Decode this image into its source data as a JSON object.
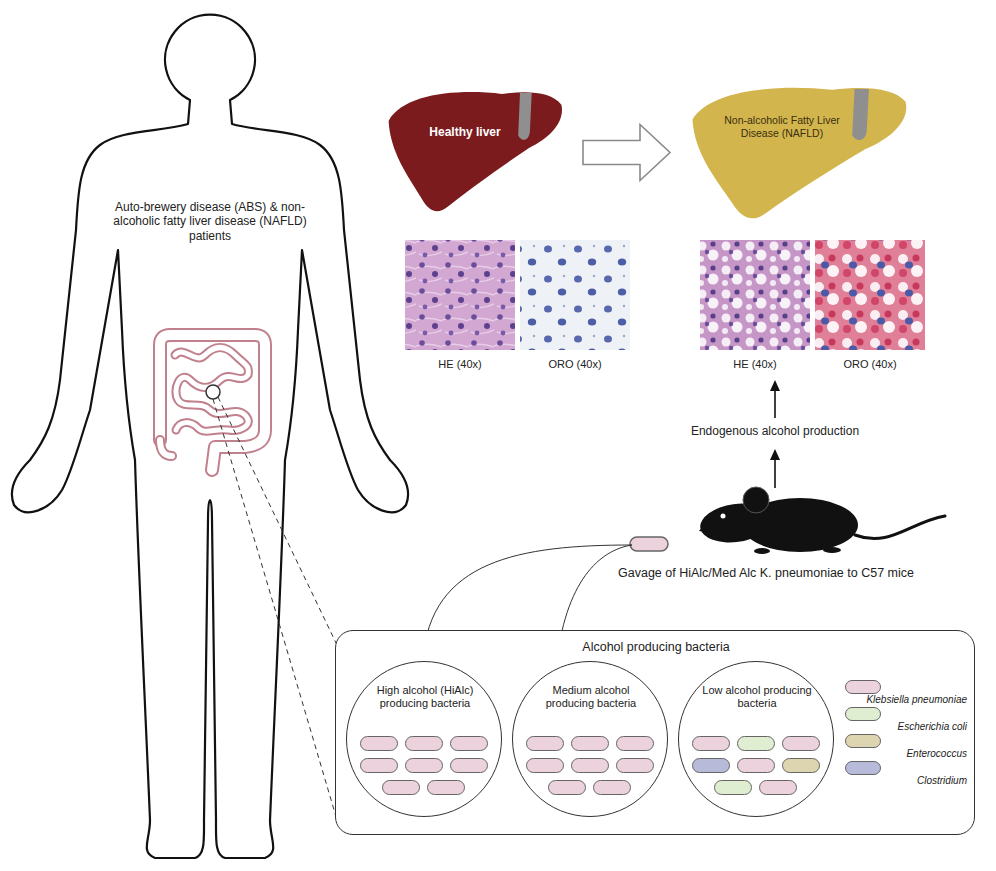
{
  "diagram": {
    "nodes": [
      {
        "text": [
          "Healthy liver"
        ]
      },
      {
        "text": [
          "Non-alcoholic Fatty Liver Disease (NAFLD)"
        ]
      },
      {
        "text": [
          "Alcohol producing bacteria"
        ]
      },
      {
        "text": [
          "High alcohol (HiAlc) producing bacteria"
        ],
        "in": 2
      },
      {
        "text": [
          "Medium alcohol producing bacteria"
        ],
        "in": 2
      },
      {
        "text": [
          "Low alcohol producing bacteria"
        ],
        "in": 2
      }
    ],
    "edges": [
      {
        "from": 0,
        "to": 1,
        "arrow": "to"
      }
    ],
    "labels": [
      "Auto-brewery disease (ABS) & non-alcoholic fatty liver disease (NAFLD) patients",
      "HE (40x)",
      "ORO (40x)",
      "HE (40x)",
      "ORO (40x)",
      "Endogenous alcohol production",
      "Gavage of HiAlc/Med Alc K. pneumoniae to C57 mice"
    ],
    "legend": [
      {
        "text": "Klebsiella pneumoniae",
        "color": "#ecd2dc"
      },
      {
        "text": "Escherichia coli",
        "color": "#dfedd0"
      },
      {
        "text": "Enterococcus",
        "color": "#ddd4b0"
      },
      {
        "text": "Clostridium",
        "color": "#b8bad9"
      }
    ]
  }
}
